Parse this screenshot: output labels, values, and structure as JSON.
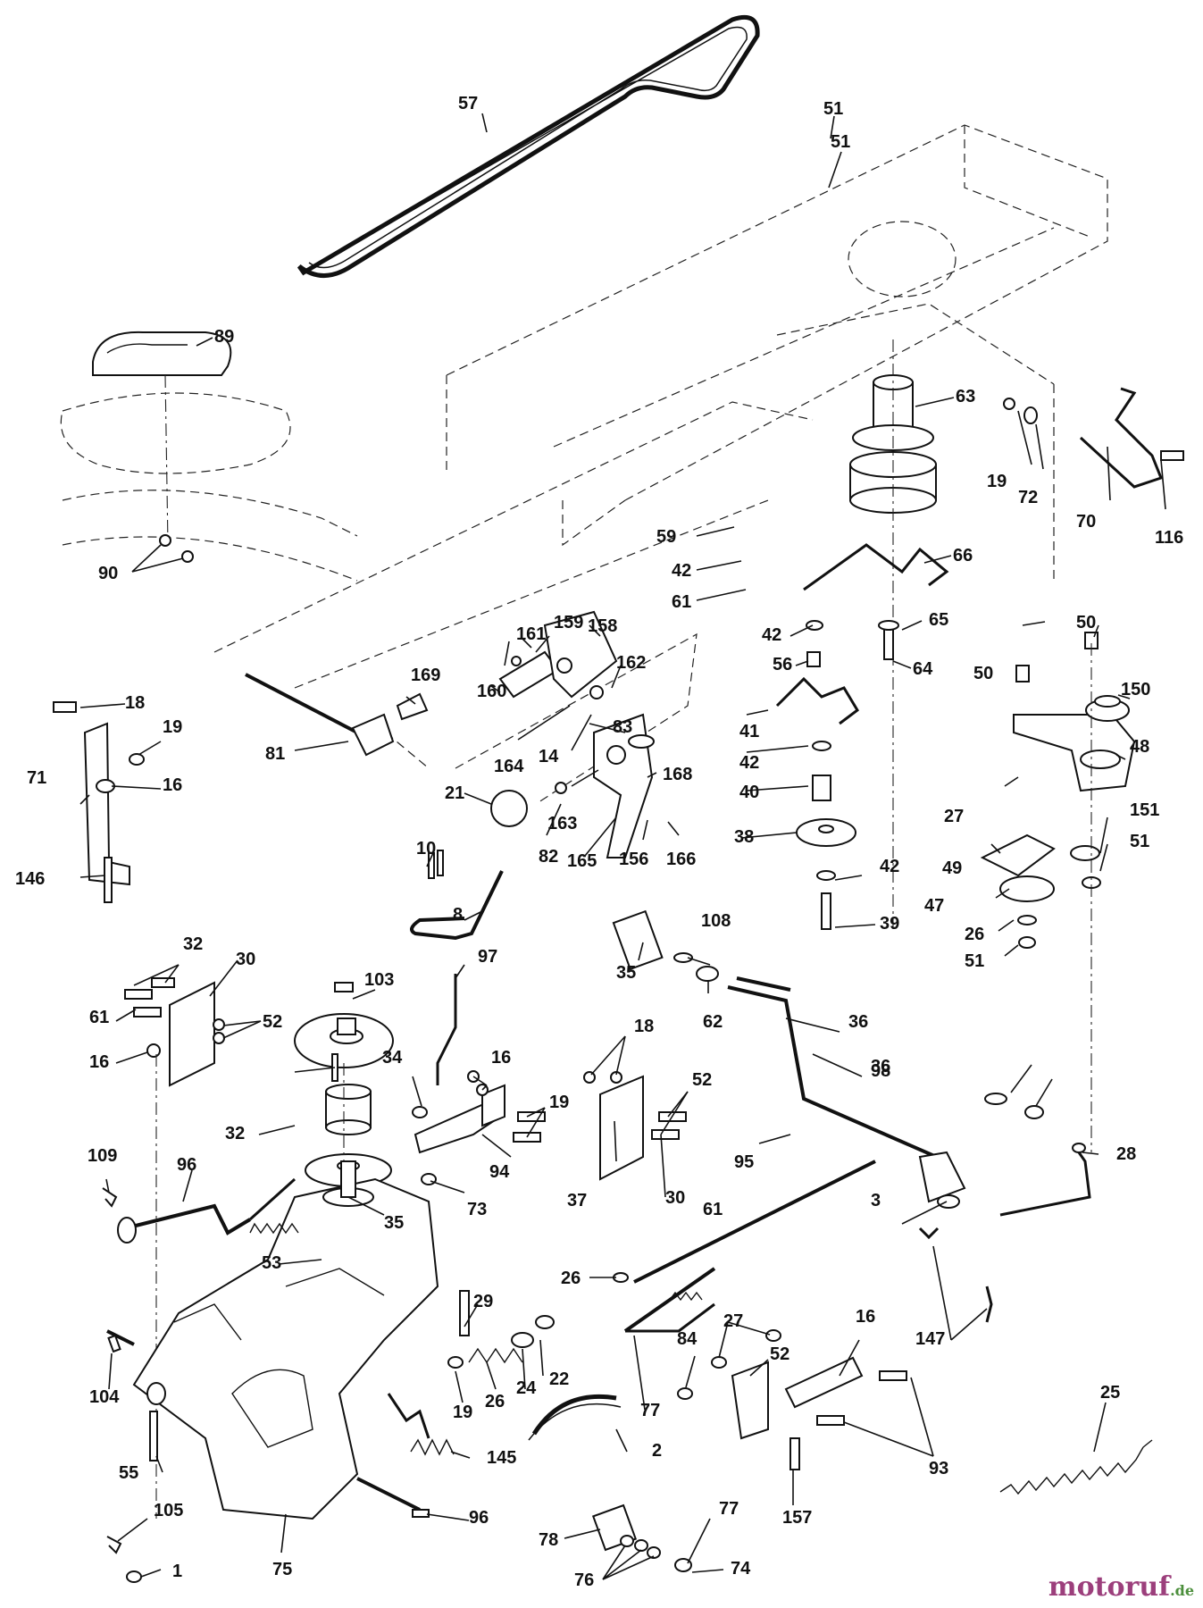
{
  "diagram": {
    "labels": [
      "57",
      "51",
      "51",
      "89",
      "63",
      "19",
      "72",
      "70",
      "116",
      "90",
      "59",
      "42",
      "61",
      "66",
      "42",
      "56",
      "65",
      "64",
      "50",
      "50",
      "150",
      "161",
      "159",
      "158",
      "169",
      "162",
      "160",
      "18",
      "19",
      "71",
      "16",
      "81",
      "14",
      "164",
      "83",
      "163",
      "168",
      "21",
      "82",
      "165",
      "156",
      "166",
      "146",
      "10",
      "8",
      "41",
      "42",
      "40",
      "38",
      "42",
      "39",
      "48",
      "27",
      "151",
      "51",
      "49",
      "47",
      "26",
      "51",
      "32",
      "30",
      "52",
      "61",
      "16",
      "103",
      "97",
      "108",
      "35",
      "62",
      "36",
      "34",
      "16",
      "19",
      "18",
      "52",
      "32",
      "94",
      "73",
      "98",
      "37",
      "30",
      "61",
      "36",
      "35",
      "109",
      "96",
      "95",
      "28",
      "53",
      "3",
      "26",
      "29",
      "147",
      "27",
      "16",
      "84",
      "52",
      "104",
      "77",
      "22",
      "24",
      "19",
      "26",
      "25",
      "55",
      "145",
      "2",
      "93",
      "157",
      "105",
      "96",
      "77",
      "78",
      "74",
      "76",
      "75",
      "1",
      "26"
    ]
  },
  "watermark": {
    "main": "motoruf",
    "tld": ".de"
  }
}
